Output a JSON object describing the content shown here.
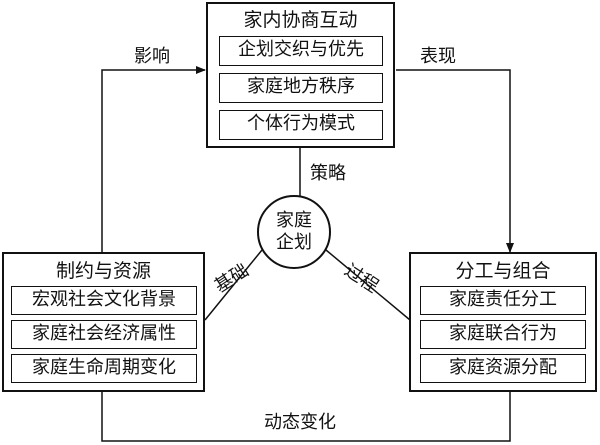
{
  "top": {
    "title": "家内协商互动",
    "items": [
      "企划交织与优先",
      "家庭地方秩序",
      "个体行为模式"
    ]
  },
  "left": {
    "title": "制约与资源",
    "items": [
      "宏观社会文化背景",
      "家庭社会经济属性",
      "家庭生命周期变化"
    ]
  },
  "right": {
    "title": "分工与组合",
    "items": [
      "家庭责任分工",
      "家庭联合行为",
      "家庭资源分配"
    ]
  },
  "center": {
    "line1": "家庭",
    "line2": "企划"
  },
  "links": {
    "influence": "影响",
    "expression": "表现",
    "strategy": "策略",
    "foundation": "基础",
    "process": "过程",
    "dynamic": "动态变化"
  }
}
